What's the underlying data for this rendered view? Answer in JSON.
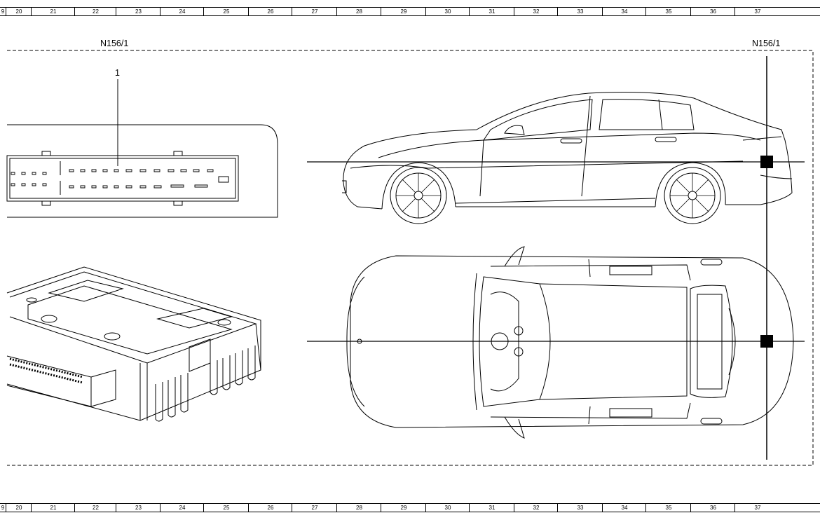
{
  "ruler": {
    "first_partial": "9",
    "columns": [
      "20",
      "21",
      "22",
      "23",
      "24",
      "25",
      "26",
      "27",
      "28",
      "29",
      "30",
      "31",
      "32",
      "33",
      "34",
      "35",
      "36",
      "37"
    ]
  },
  "diagram": {
    "left_component_label": "N156/1",
    "right_component_label": "N156/1",
    "callout_number": "1"
  }
}
